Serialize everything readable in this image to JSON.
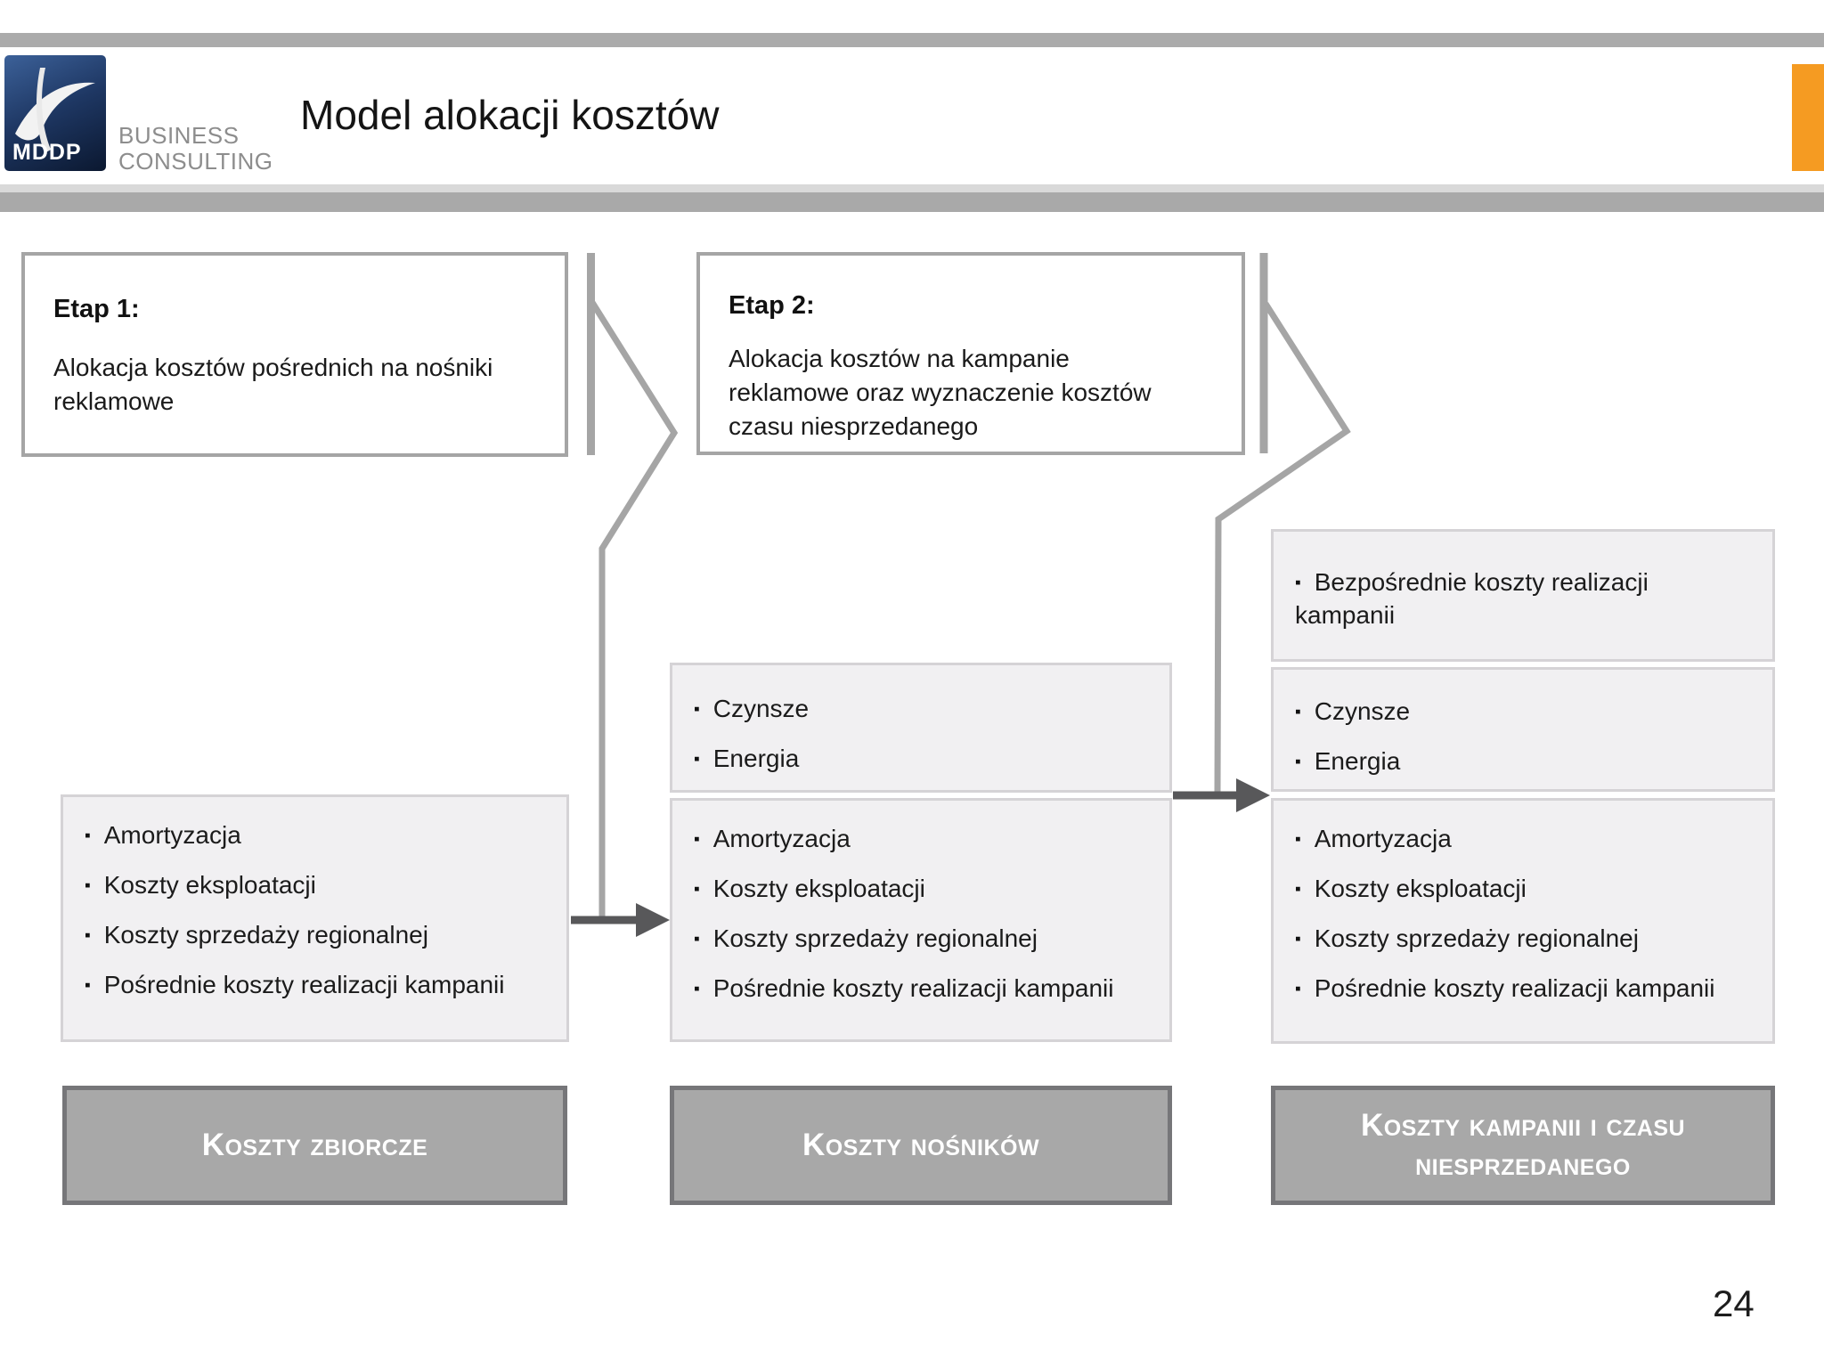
{
  "header": {
    "brand": "MDDP",
    "tagline_line1": "BUSINESS",
    "tagline_line2": "CONSULTING",
    "title": "Model alokacji kosztów",
    "accent_color": "#F59B22"
  },
  "glyphs": {
    "bullet": "▪"
  },
  "stages": [
    {
      "label": "Etap 1:",
      "description": "Alokacja kosztów pośrednich na nośniki reklamowe",
      "lines": [
        "Alokacja kosztów pośrednich na nośniki",
        "reklamowe"
      ]
    },
    {
      "label": "Etap 2:",
      "description": "Alokacja kosztów na kampanie reklamowe oraz wyznaczenie kosztów czasu niesprzedanego",
      "lines": [
        "Alokacja kosztów na kampanie",
        "reklamowe oraz wyznaczenie kosztów",
        "czasu niesprzedanego"
      ]
    }
  ],
  "columns": [
    {
      "label": "Koszty zbiorcze",
      "boxes": [
        {
          "items": [
            "Amortyzacja",
            "Koszty eksploatacji",
            "Koszty sprzedaży regionalnej",
            "Pośrednie koszty realizacji kampanii"
          ]
        }
      ]
    },
    {
      "label": "Koszty nośników",
      "boxes": [
        {
          "items": [
            "Czynsze",
            "Energia"
          ]
        },
        {
          "items": [
            "Amortyzacja",
            "Koszty eksploatacji",
            "Koszty sprzedaży regionalnej",
            "Pośrednie koszty realizacji kampanii"
          ]
        }
      ]
    },
    {
      "label": "Koszty kampanii i czasu niesprzedanego",
      "boxes": [
        {
          "items": [
            "Bezpośrednie koszty realizacji kampanii"
          ]
        },
        {
          "items": [
            "Czynsze",
            "Energia"
          ]
        },
        {
          "items": [
            "Amortyzacja",
            "Koszty eksploatacji",
            "Koszty sprzedaży regionalnej",
            "Pośrednie koszty realizacji kampanii"
          ]
        }
      ]
    }
  ],
  "page_number": "24"
}
